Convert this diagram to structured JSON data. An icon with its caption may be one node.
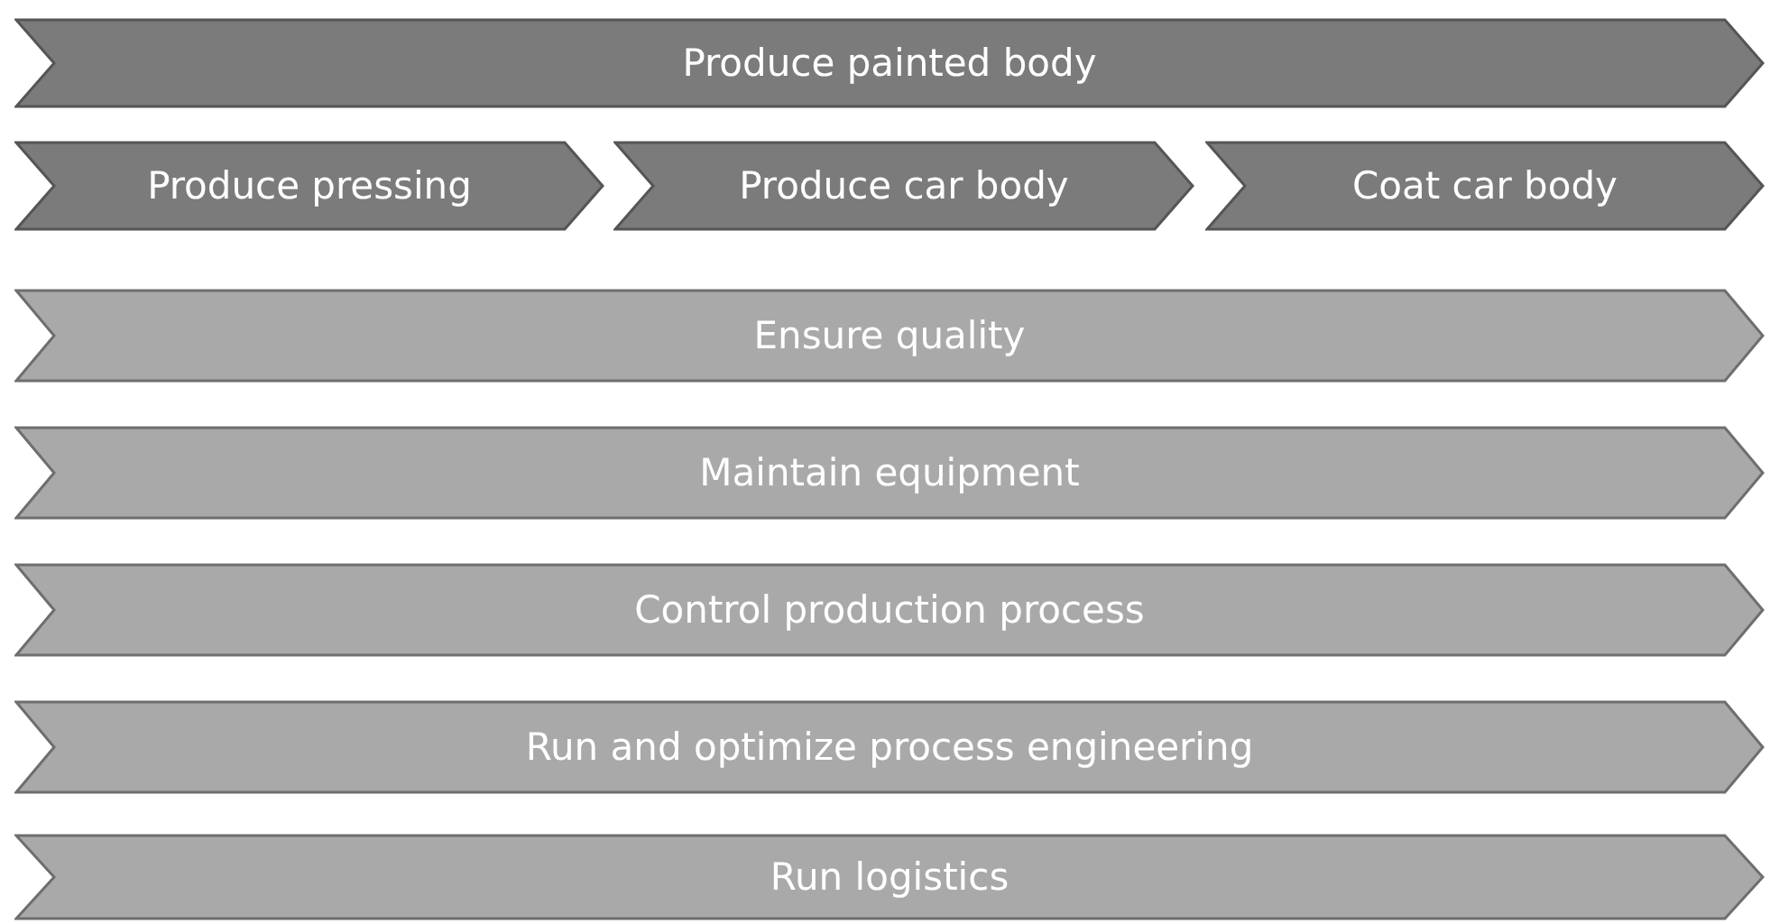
{
  "diagram": {
    "nodes": [
      {
        "text": [
          "Produce painted body"
        ]
      },
      {
        "text": [
          "Produce pressing"
        ]
      },
      {
        "text": [
          "Produce car body"
        ]
      },
      {
        "text": [
          "Coat car body"
        ]
      },
      {
        "text": [
          "Ensure quality"
        ]
      },
      {
        "text": [
          "Maintain equipment"
        ]
      },
      {
        "text": [
          "Control production process"
        ]
      },
      {
        "text": [
          "Run and optimize process engineering"
        ]
      },
      {
        "text": [
          "Run logistics"
        ]
      }
    ]
  }
}
